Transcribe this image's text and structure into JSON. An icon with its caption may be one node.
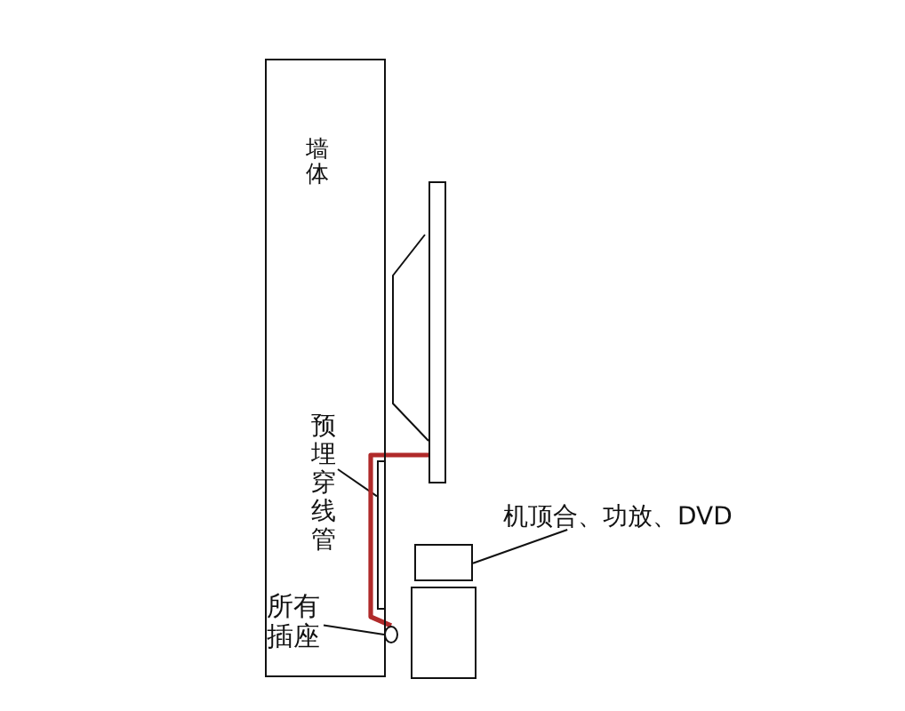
{
  "diagram": {
    "nodes": [
      {
        "text": [
          "墙体"
        ]
      },
      {
        "text": [],
        "shape": "bar"
      },
      {
        "text": [
          "预埋穿线管"
        ],
        "in": 0
      },
      {
        "text": [],
        "shape": "bar",
        "in": 0
      },
      {
        "text": [
          "机顶合、功放、DVD"
        ]
      },
      {
        "text": [],
        "shape": "box"
      },
      {
        "text": [],
        "shape": "box"
      },
      {
        "text": [
          "所有插座"
        ],
        "in": 0
      },
      {
        "text": [],
        "shape": "circle"
      }
    ],
    "edges": [
      {
        "from": 2,
        "to": 3,
        "arrow": "none"
      },
      {
        "from": 4,
        "to": 5,
        "arrow": "none"
      },
      {
        "from": 7,
        "to": 8,
        "arrow": "none"
      },
      {
        "from": 1,
        "to": 8,
        "arrow": "none",
        "style": "thick",
        "color": "#b02a2a"
      }
    ]
  }
}
